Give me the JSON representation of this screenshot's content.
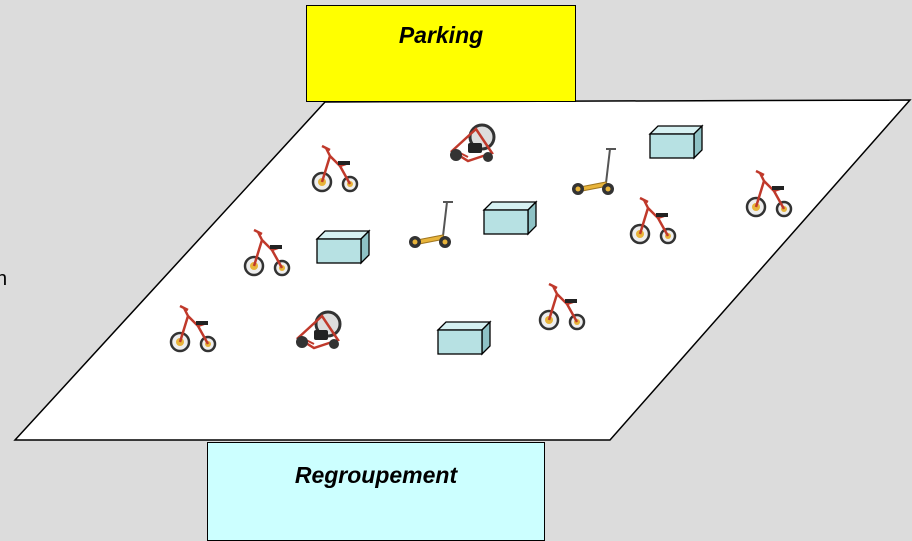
{
  "parking": {
    "label": "Parking",
    "fill": "#ffff00"
  },
  "regroupement": {
    "label": "Regroupement",
    "fill": "#ccffff"
  },
  "cut_letter": "n",
  "colors": {
    "background": "#dcdcdc",
    "floor": "#ffffff",
    "obstacle": "#b7e1e3",
    "vehicle_frame": "#c0392b",
    "vehicle_seat": "#e8b43a"
  },
  "vehicles": [
    {
      "icon": "tricycle-icon"
    },
    {
      "icon": "go-kart-icon"
    },
    {
      "icon": "scooter-icon"
    },
    {
      "icon": "tricycle-icon"
    },
    {
      "icon": "scooter-icon"
    },
    {
      "icon": "tricycle-icon"
    },
    {
      "icon": "tricycle-icon"
    },
    {
      "icon": "tricycle-icon"
    },
    {
      "icon": "go-kart-icon"
    },
    {
      "icon": "tricycle-icon"
    }
  ],
  "obstacles_count": 4
}
